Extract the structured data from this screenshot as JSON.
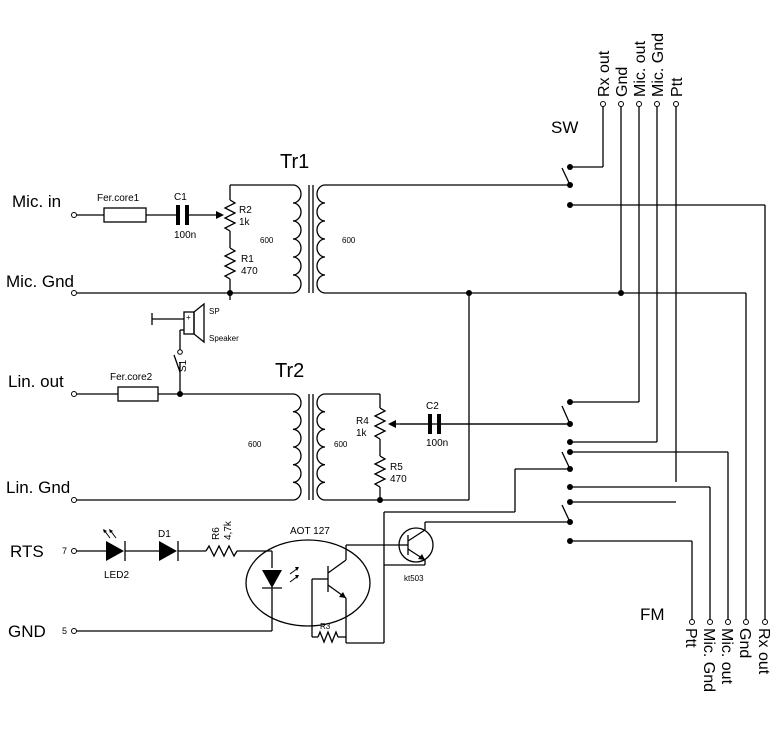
{
  "left_terminals": {
    "mic_in": "Mic. in",
    "mic_gnd": "Mic. Gnd",
    "lin_out": "Lin. out",
    "lin_gnd": "Lin. Gnd",
    "rts": "RTS",
    "gnd": "GND",
    "rts_pin": "7",
    "gnd_pin": "5"
  },
  "transformers": {
    "tr1": {
      "name": "Tr1",
      "primary": "600",
      "secondary": "600"
    },
    "tr2": {
      "name": "Tr2",
      "primary": "600",
      "secondary": "600"
    }
  },
  "components": {
    "ferrite1": "Fer.core1",
    "ferrite2": "Fer.core2",
    "c1": {
      "name": "C1",
      "value": "100n"
    },
    "c2": {
      "name": "C2",
      "value": "100n"
    },
    "r1": {
      "name": "R1",
      "value": "470"
    },
    "r2": {
      "name": "R2",
      "value": "1k"
    },
    "r4": {
      "name": "R4",
      "value": "1k"
    },
    "r5": {
      "name": "R5",
      "value": "470"
    },
    "r6": {
      "name": "R6",
      "value": "4,7k"
    },
    "r3": {
      "name": "R3"
    },
    "led2": "LED2",
    "d1": "D1",
    "optocoupler": "AOT 127",
    "transistor": "kt503",
    "switch_s1": "S1",
    "speaker_sp": "SP",
    "speaker": "Speaker"
  },
  "switch": {
    "sw_label": "SW",
    "fm_label": "FM"
  },
  "top_connector": [
    "Rx out",
    "Gnd",
    "Mic. out",
    "Mic. Gnd",
    "Ptt"
  ],
  "bottom_connector": [
    "Ptt",
    "Mic. Gnd",
    "Mic. out",
    "Gnd",
    "Rx out"
  ]
}
